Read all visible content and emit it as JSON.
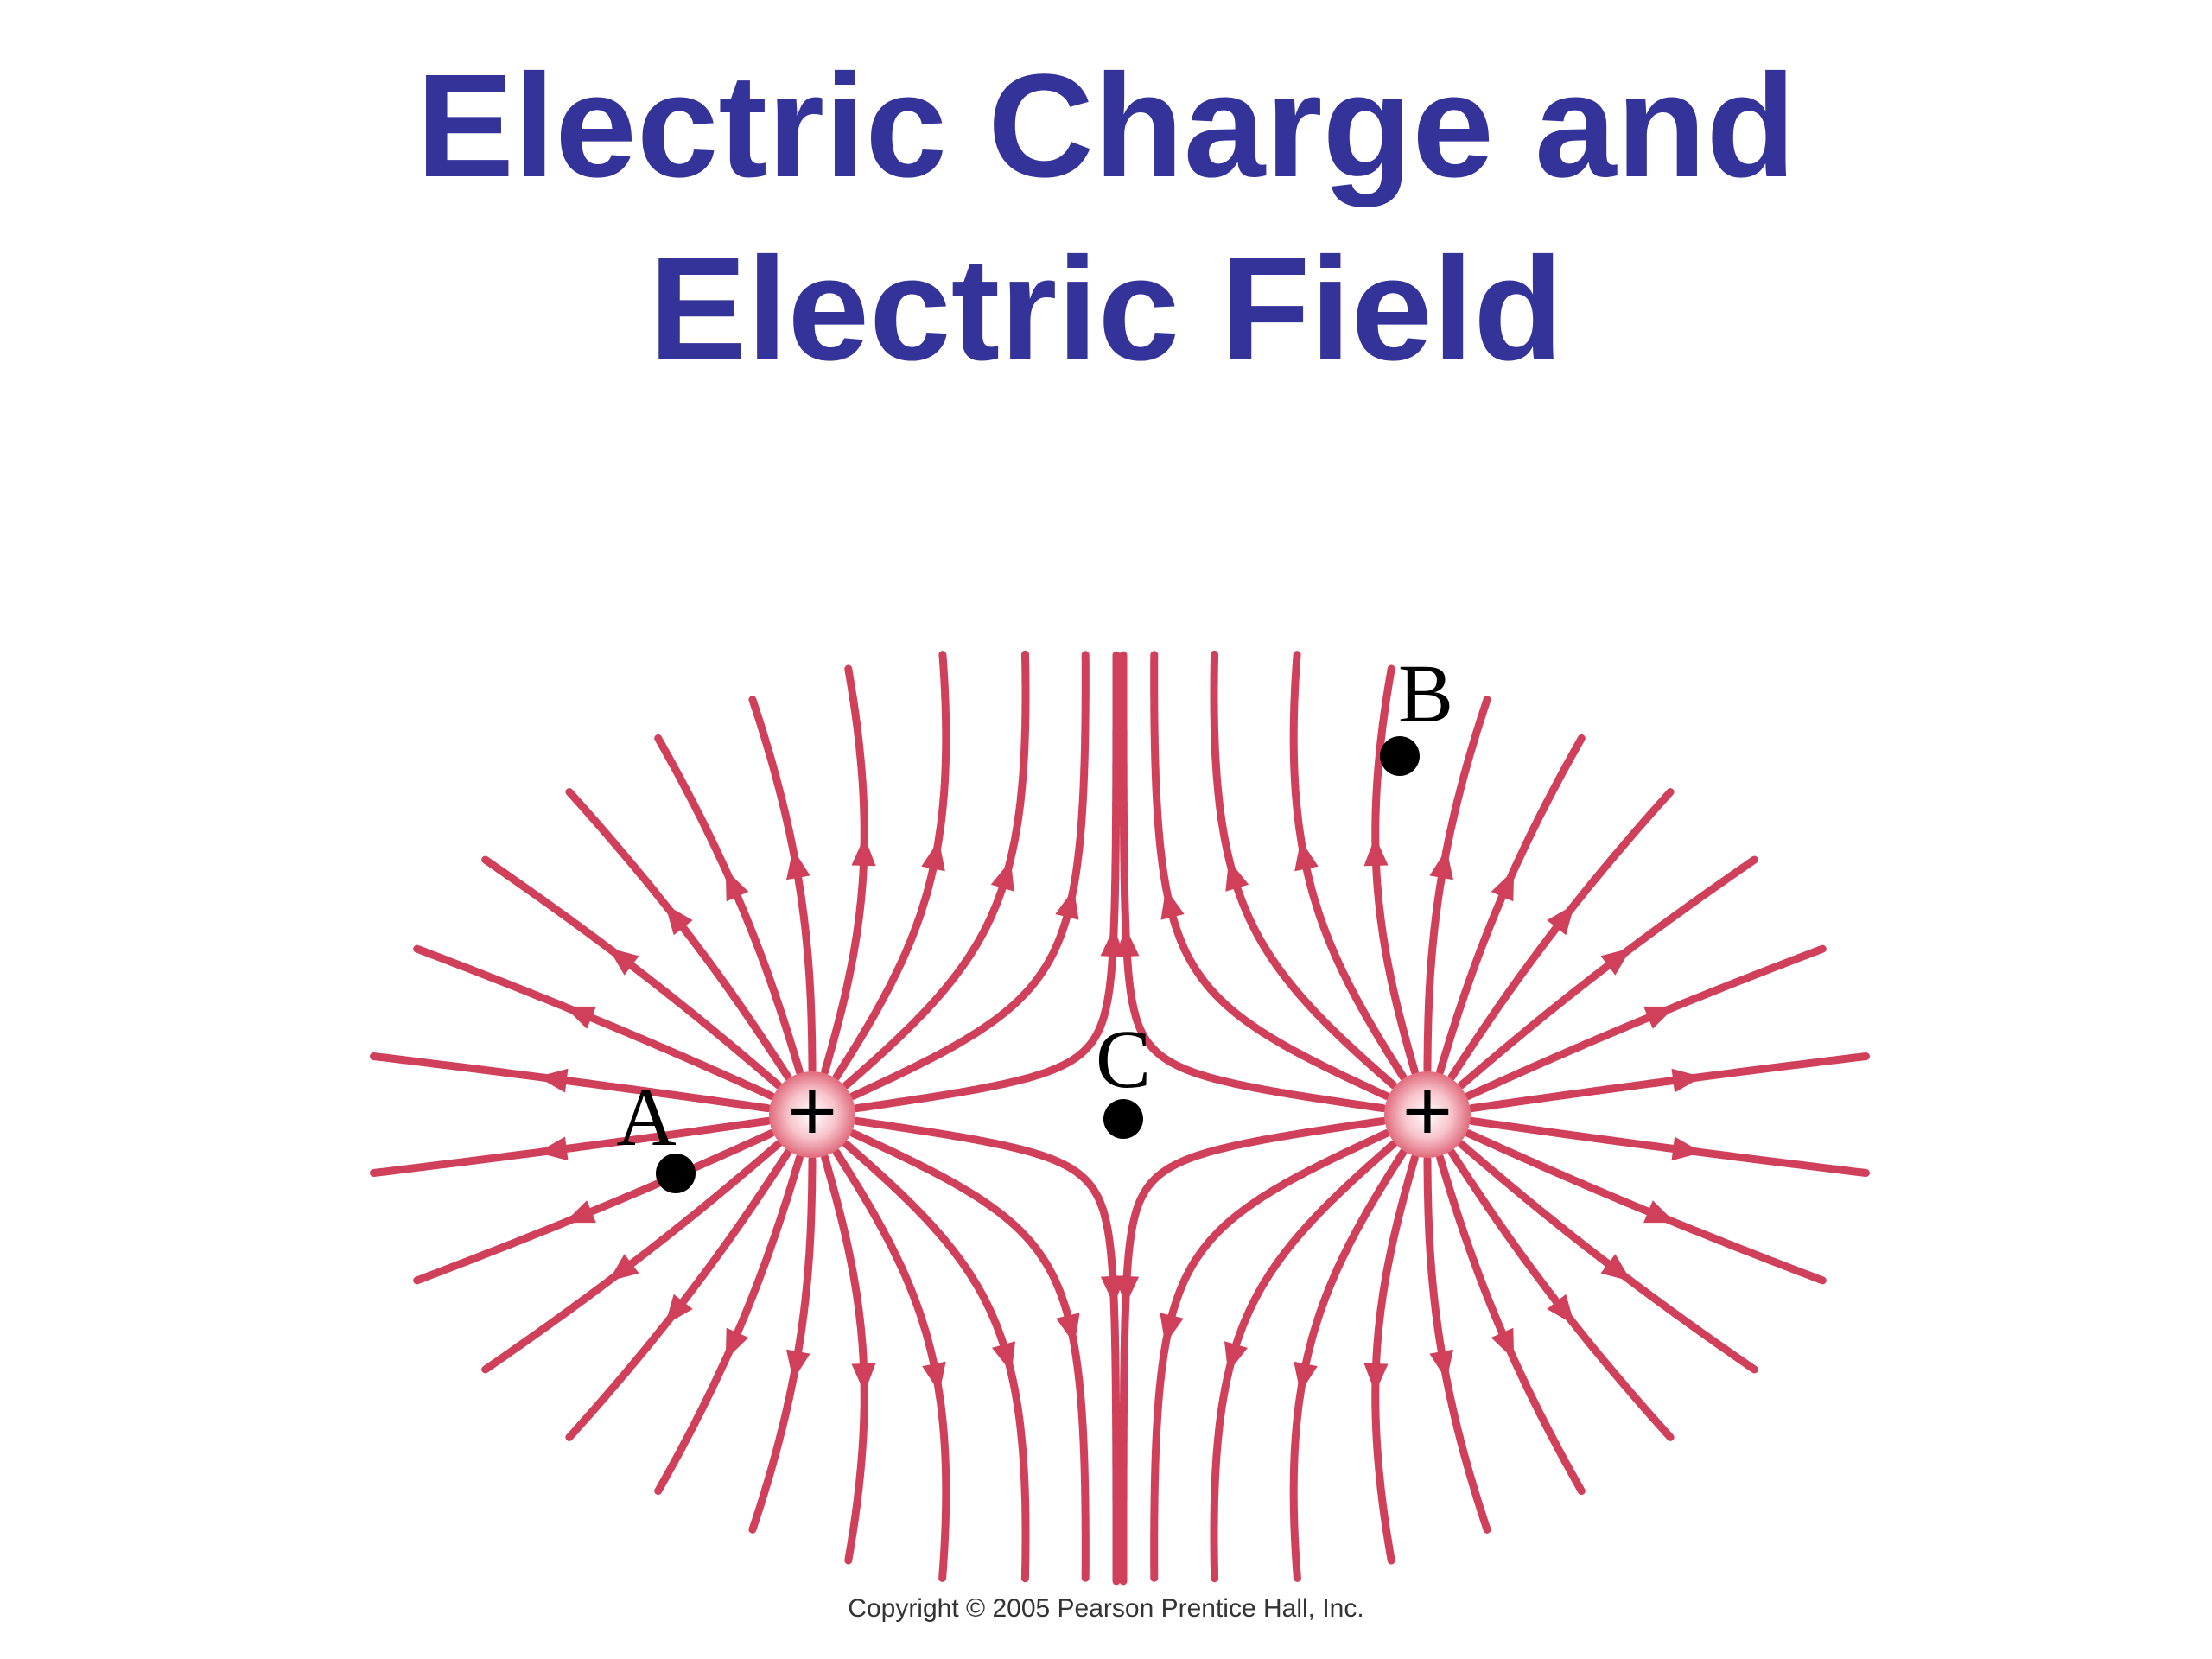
{
  "title": {
    "line1": "Electric Charge and",
    "line2": "Electric Field"
  },
  "diagram": {
    "charges": [
      {
        "sign": "+"
      },
      {
        "sign": "+"
      }
    ],
    "points": [
      {
        "label": "A"
      },
      {
        "label": "B"
      },
      {
        "label": "C"
      }
    ],
    "field_line_color": "#d0405a"
  },
  "copyright": "Copyright © 2005 Pearson Prentice Hall, Inc."
}
